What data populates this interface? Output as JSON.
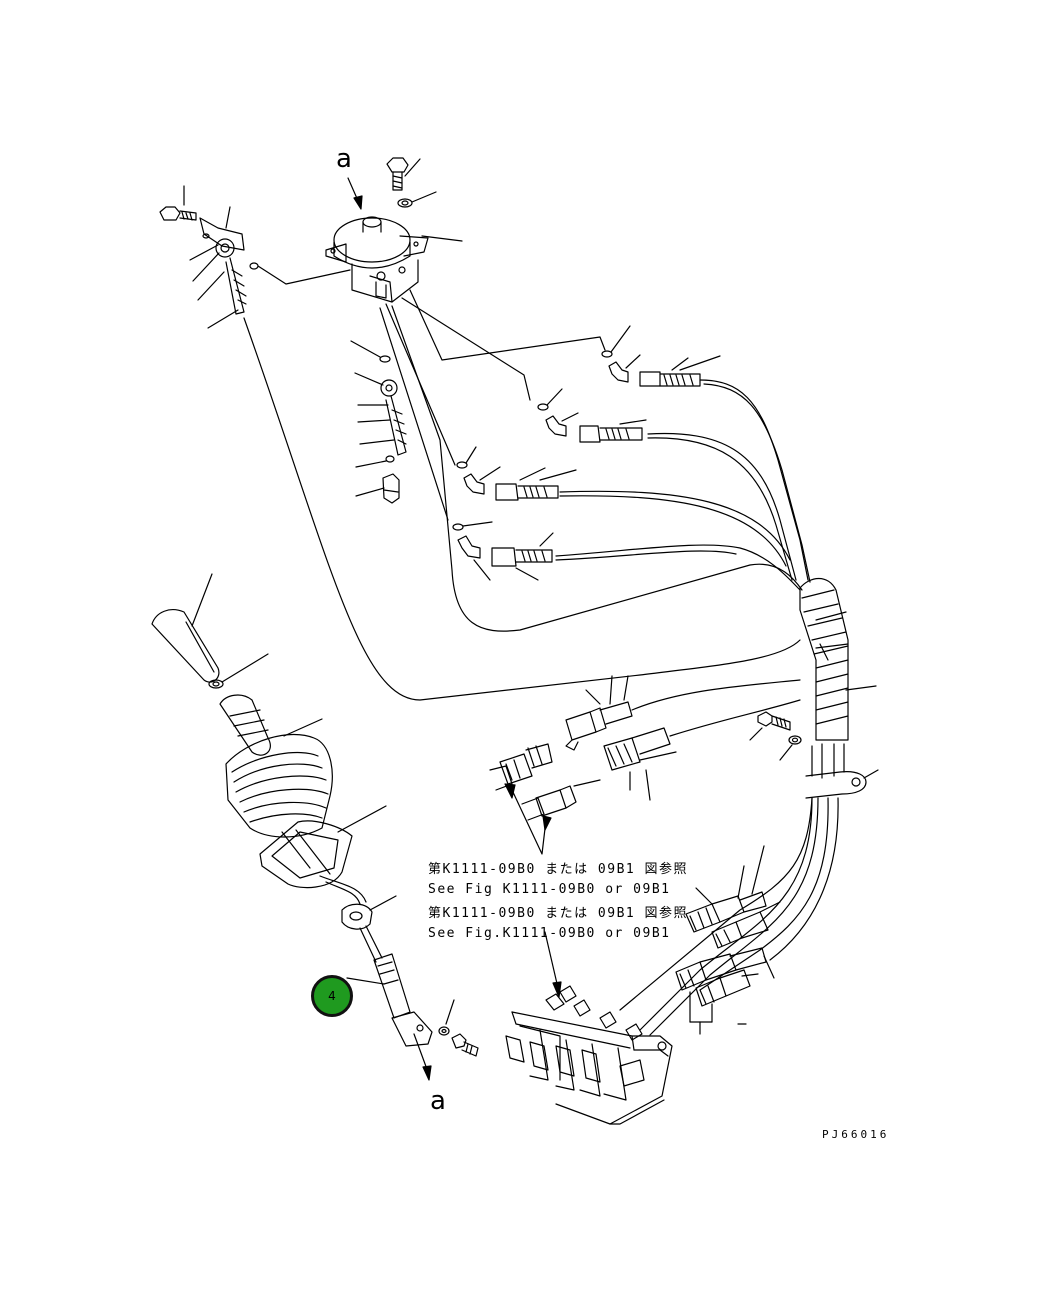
{
  "diagram": {
    "view_label_top": "a",
    "view_label_bottom": "a",
    "reference_1_jp": "第K1111-09B0 または 09B1 図参照",
    "reference_1_en": "See Fig K1111-09B0 or 09B1",
    "reference_2_jp": "第K1111-09B0 または 09B1 図参照",
    "reference_2_en": "See Fig.K1111-09B0 or 09B1",
    "drawing_id": "PJ66016",
    "callout_number": "4",
    "colors": {
      "line": "#000000",
      "callout_fill": "#1f9a1f",
      "background": "#ffffff"
    }
  }
}
